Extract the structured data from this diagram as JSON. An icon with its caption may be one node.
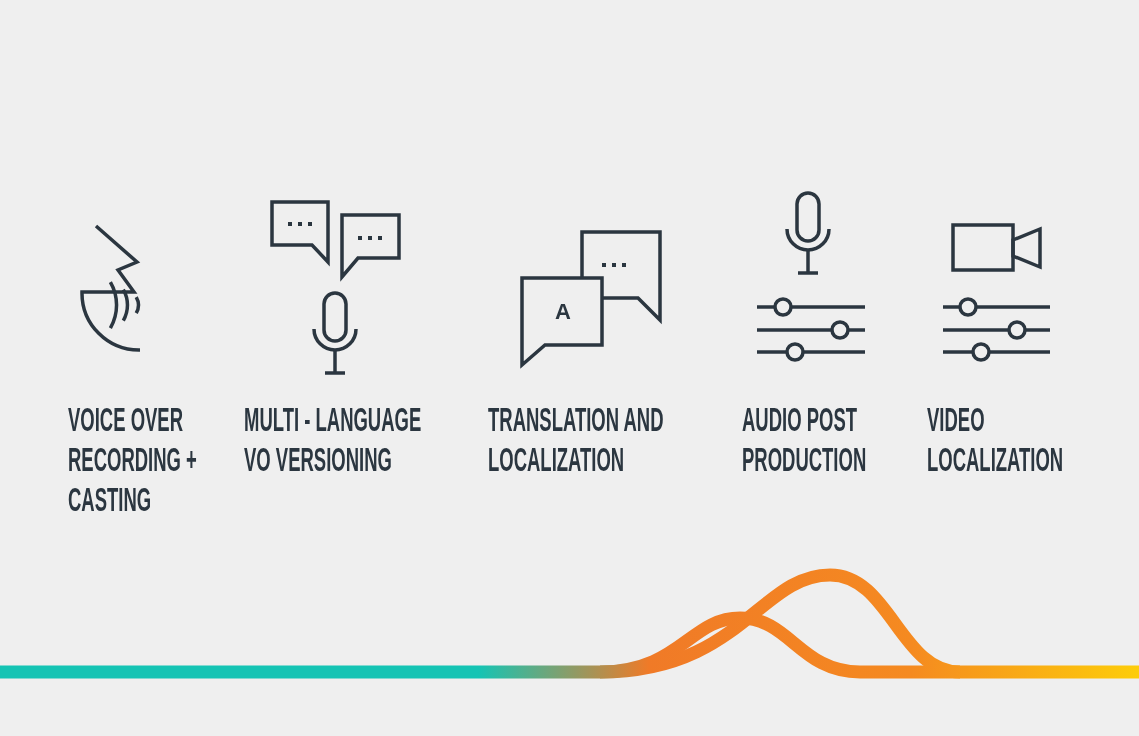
{
  "diagram": {
    "labels": [
      "A",
      "VOICE OVER RECORDING + CASTING",
      "MULTI - LANGUAGE VO VERSIONING",
      "TRANSLATION AND LOCALIZATION",
      "AUDIO POST PRODUCTION",
      "VIDEO LOCALIZATION"
    ]
  }
}
